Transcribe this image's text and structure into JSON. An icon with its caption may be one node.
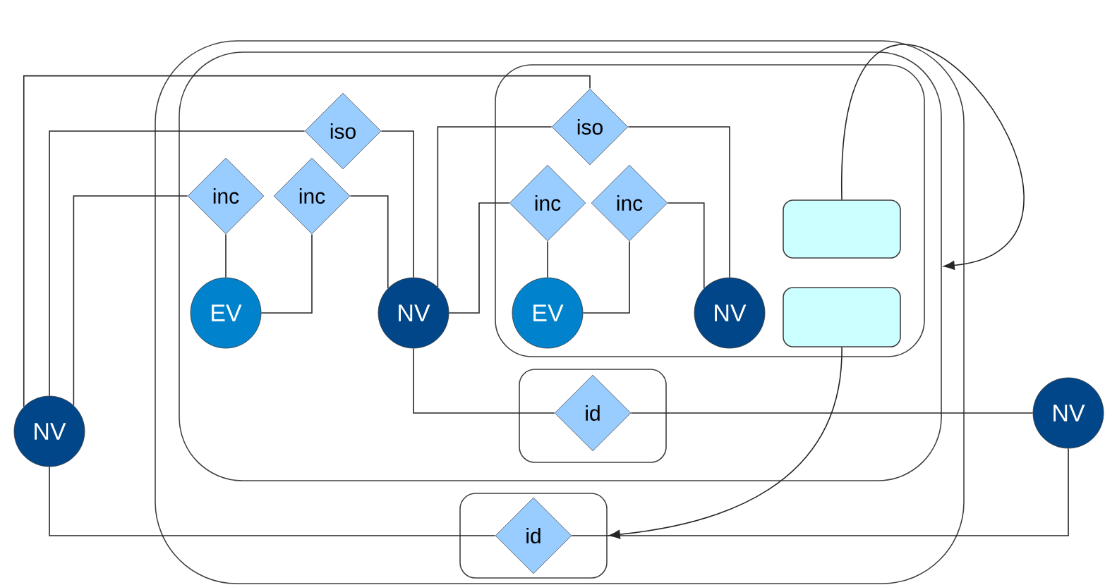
{
  "diagram": {
    "nodes": [
      {
        "text": [],
        "shape": "box"
      },
      {
        "text": [],
        "shape": "box",
        "in": 0
      },
      {
        "text": [],
        "shape": "box",
        "in": 1
      },
      {
        "text": [
          "iso"
        ],
        "in": 1
      },
      {
        "text": [
          "inc"
        ],
        "in": 1
      },
      {
        "text": [
          "inc"
        ],
        "in": 1
      },
      {
        "text": [
          "EV"
        ],
        "in": 1
      },
      {
        "text": [
          "NV"
        ],
        "in": 1
      },
      {
        "text": [
          "iso"
        ],
        "in": 2
      },
      {
        "text": [
          "inc"
        ],
        "in": 2
      },
      {
        "text": [
          "inc"
        ],
        "in": 2
      },
      {
        "text": [
          "EV"
        ],
        "in": 2
      },
      {
        "text": [
          "NV"
        ],
        "in": 2
      },
      {
        "text": [],
        "shape": "box",
        "in": 2
      },
      {
        "text": [],
        "shape": "box",
        "in": 2
      },
      {
        "text": [],
        "shape": "box",
        "in": 1
      },
      {
        "text": [
          "id"
        ],
        "in": 15
      },
      {
        "text": [
          "NV"
        ]
      },
      {
        "text": [
          "NV"
        ]
      },
      {
        "text": [],
        "shape": "box",
        "in": 0
      },
      {
        "text": [
          "id"
        ],
        "in": 19
      }
    ],
    "edges": [
      {
        "from": 17,
        "to": 8,
        "arrow": "none"
      },
      {
        "from": 17,
        "to": 3,
        "arrow": "none"
      },
      {
        "from": 17,
        "to": 4,
        "arrow": "none"
      },
      {
        "from": 17,
        "to": 20,
        "arrow": "none"
      },
      {
        "from": 4,
        "to": 6,
        "arrow": "none"
      },
      {
        "from": 5,
        "to": 6,
        "arrow": "none"
      },
      {
        "from": 5,
        "to": 7,
        "arrow": "none"
      },
      {
        "from": 3,
        "to": 7,
        "arrow": "none"
      },
      {
        "from": 7,
        "to": 8,
        "arrow": "none"
      },
      {
        "from": 7,
        "to": 9,
        "arrow": "none"
      },
      {
        "from": 9,
        "to": 11,
        "arrow": "none"
      },
      {
        "from": 10,
        "to": 11,
        "arrow": "none"
      },
      {
        "from": 10,
        "to": 12,
        "arrow": "none"
      },
      {
        "from": 8,
        "to": 12,
        "arrow": "none"
      },
      {
        "from": 7,
        "to": 16,
        "arrow": "none"
      },
      {
        "from": 16,
        "to": 18,
        "arrow": "none"
      },
      {
        "from": 18,
        "to": 20,
        "arrow": "none"
      },
      {
        "from": 13,
        "to": 1,
        "arrow": "to"
      },
      {
        "from": 14,
        "to": 19,
        "arrow": "to"
      }
    ]
  }
}
